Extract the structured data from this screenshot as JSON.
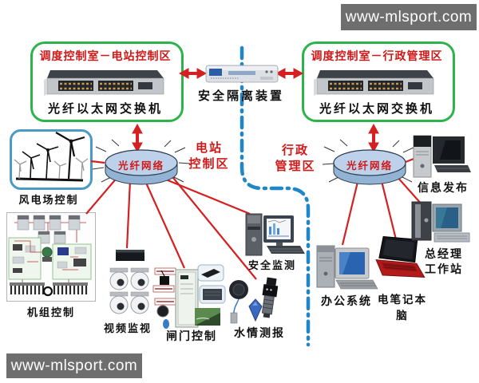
{
  "watermarks": {
    "top_right": "www-mlsport.com",
    "bottom_left": "www-mlsport.com"
  },
  "colors": {
    "line_red": "#d42020",
    "zone_box_green": "#2db34a",
    "boundary_blue": "#1f86c8",
    "title_red": "#d01818",
    "hub_fill": "#bdd2ea",
    "watermark_bg": "#6e6e6e"
  },
  "top_section": {
    "left_box": {
      "title": "调度控制室－电站控制区",
      "device_label": "光纤以太网交换机"
    },
    "right_box": {
      "title": "调度控制室－行政管理区",
      "device_label": "光纤以太网交换机"
    },
    "isolation_device": {
      "label": "安全隔离装置"
    }
  },
  "zones": {
    "left": {
      "name_line1": "电站",
      "name_line2": "控制区",
      "hub_label": "光纤网络"
    },
    "right": {
      "name_line1": "行政",
      "name_line2": "管理区",
      "hub_label": "光纤网络"
    }
  },
  "left_nodes": {
    "wind_farm": "风电场控制",
    "unit_control": "机组控制",
    "video_surveillance": "视频监视",
    "safety_monitoring": "安全监测",
    "gate_control": "闸门控制",
    "water_telemetry": "水情测报"
  },
  "right_nodes": {
    "info_publish": "信息发布",
    "manager_ws_line1": "总经理",
    "manager_ws_line2": "工作站",
    "office_system": "办公系统",
    "laptop": "电笔记本脑"
  }
}
